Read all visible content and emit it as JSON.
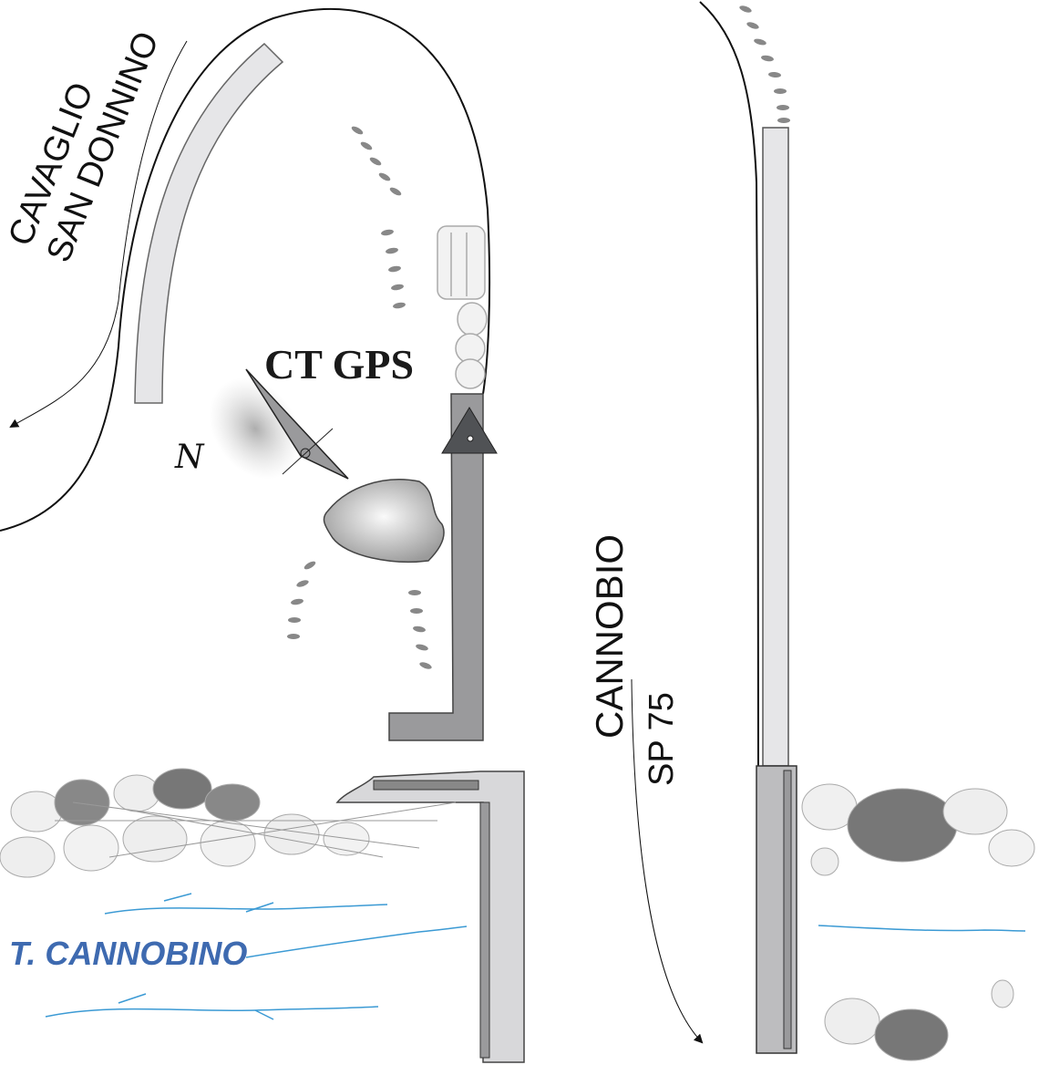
{
  "labels": {
    "place_1_line1": "CAVAGLIO",
    "place_1_line2": "SAN DONNINO",
    "station": "CT GPS",
    "north": "N",
    "place_2": "CANNOBIO",
    "road": "SP 75",
    "river": "T. CANNOBINO"
  },
  "colors": {
    "road": "#9a9a9c",
    "road_light": "#e6e6e8",
    "river": "#3b9ad4",
    "river_label": "#3e6ab0",
    "marker": "#505255"
  }
}
